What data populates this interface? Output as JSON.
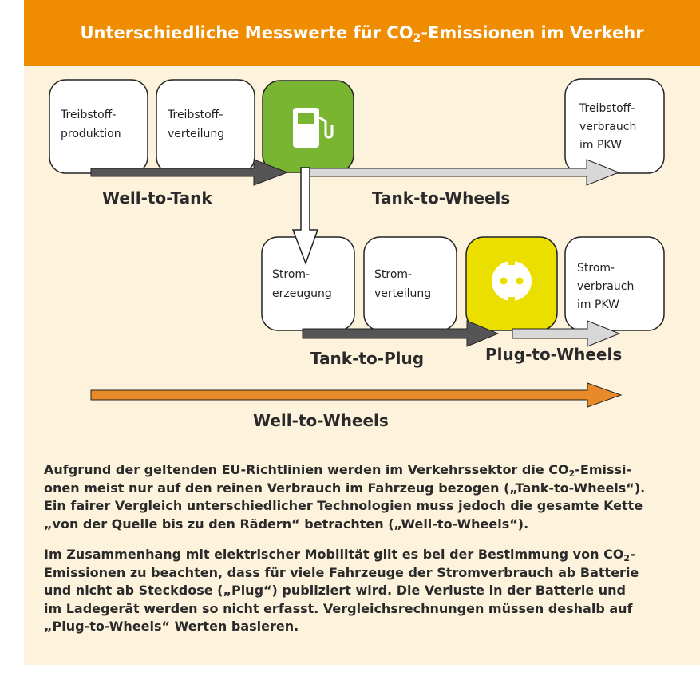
{
  "header": {
    "title_part1": "Unterschiedliche Messwerte für CO",
    "title_sub": "2",
    "title_part2": "-Emissionen im Verkehr"
  },
  "boxes": {
    "fuel_production": [
      "Treibstoff-",
      "produktion"
    ],
    "fuel_distribution": [
      "Treibstoff-",
      "verteilung"
    ],
    "fuel_consumption": [
      "Treibstoff-",
      "verbrauch",
      "im PKW"
    ],
    "power_generation": [
      "Strom-",
      "erzeugung"
    ],
    "power_distribution": [
      "Strom-",
      "verteilung"
    ],
    "power_consumption": [
      "Strom-",
      "verbrauch",
      "im PKW"
    ]
  },
  "flows": {
    "well_to_tank": "Well-to-Tank",
    "tank_to_wheels": "Tank-to-Wheels",
    "tank_to_plug": "Tank-to-Plug",
    "plug_to_wheels": "Plug-to-Wheels",
    "well_to_wheels": "Well-to-Wheels"
  },
  "icons": {
    "fuel_station": "fuel-pump-icon",
    "power_socket": "power-socket-icon"
  },
  "colors": {
    "header": "#f08c00",
    "panel": "#fdf2dc",
    "fuel_station": "#7ab532",
    "power_socket": "#ebdf00",
    "well_to_wheels_arrow": "#e8892a",
    "dark_arrow": "#555555",
    "light_arrow": "#d8d8d8"
  },
  "paragraphs": {
    "p1_a": "Aufgrund der geltenden EU-Richtlinien werden im Verkehrssektor die CO",
    "p1_sub": "2",
    "p1_b": "-Emissi-",
    "p1_line2": "onen meist nur auf den reinen Verbrauch im Fahrzeug bezogen („Tank-to-Wheels“).",
    "p1_line3": "Ein fairer Vergleich unterschiedlicher Technologien muss jedoch die gesamte Kette",
    "p1_line4": "„von der Quelle bis zu den Rädern“ betrachten („Well-to-Wheels“).",
    "p2_a": "Im Zusammenhang mit elektrischer Mobilität gilt es bei der Bestimmung von CO",
    "p2_sub": "2",
    "p2_b": "-",
    "p2_line2": "Emissionen zu beachten, dass für viele Fahrzeuge der Stromverbrauch ab Batterie",
    "p2_line3": "und nicht ab Steckdose („Plug“) publiziert wird. Die Verluste in der Batterie und",
    "p2_line4": "im Ladegerät werden so nicht erfasst. Vergleichsrechnungen müssen deshalb auf",
    "p2_line5": "„Plug-to-Wheels“ Werten basieren."
  }
}
